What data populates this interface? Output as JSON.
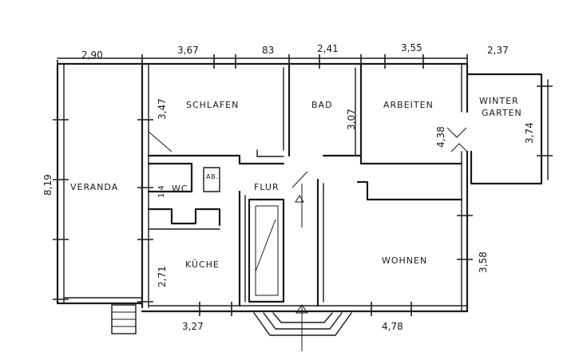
{
  "rooms": {
    "schlafen": "SCHLAFEN",
    "bad": "BAD",
    "arbeiten": "ARBEITEN",
    "winter": "WINTER",
    "garten": "GARTEN",
    "veranda": "VERANDA",
    "wc": "WC",
    "ab": "AB.",
    "flur": "FLUR",
    "kueche": "KÜCHE",
    "wohnen": "WOHNEN"
  },
  "dimensions": {
    "top_veranda": "2,90",
    "top_schlafen": "3,67",
    "top_83": "83",
    "top_bad": "2,41",
    "top_arbeiten": "3,55",
    "top_garten": "2,37",
    "veranda_height": "8,19",
    "schlafen_height": "3,47",
    "bad_height": "3,07",
    "arbeiten_height": "4,38",
    "garten_height": "3,74",
    "wc_height": "1,4",
    "kueche_height": "2,71",
    "wohnen_height": "3,58",
    "bottom_kueche": "3,27",
    "bottom_wohnen": "4,78"
  }
}
